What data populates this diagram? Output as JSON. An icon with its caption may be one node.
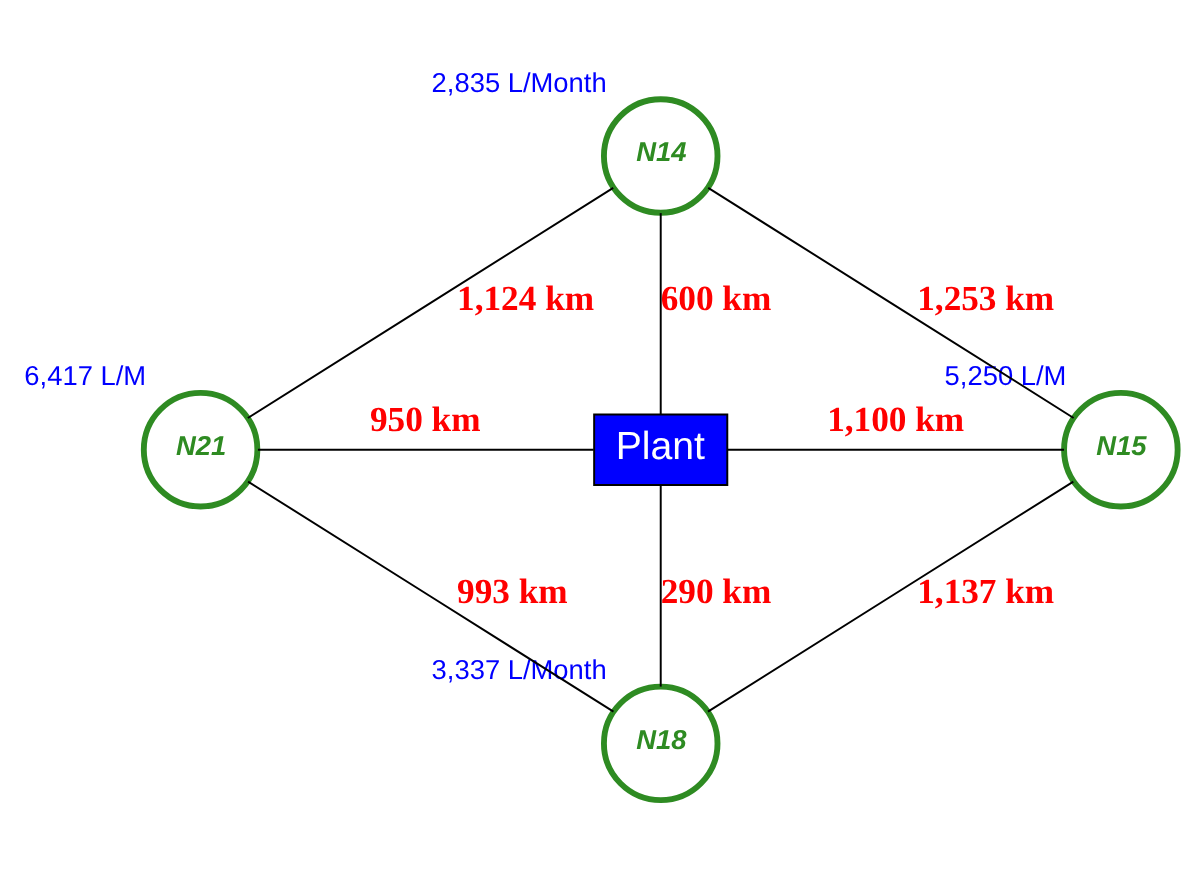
{
  "diagram": {
    "nodes": [
      {
        "text": [
          "N14"
        ],
        "beside": [
          "2,835 L/Month"
        ]
      },
      {
        "text": [
          "N21"
        ],
        "beside": [
          "6,417 L/M"
        ]
      },
      {
        "text": [
          "Plant"
        ]
      },
      {
        "text": [
          "N15"
        ],
        "beside": [
          "5,250 L/M"
        ]
      },
      {
        "text": [
          "N18"
        ],
        "beside": [
          "3,337 L/Month"
        ]
      }
    ],
    "edges": [
      {
        "from": 0,
        "to": 1,
        "arrow": "none",
        "label": "1,124 km"
      },
      {
        "from": 0,
        "to": 3,
        "arrow": "none",
        "label": "1,253 km"
      },
      {
        "from": 0,
        "to": 2,
        "arrow": "none",
        "label": "600 km"
      },
      {
        "from": 1,
        "to": 2,
        "arrow": "none",
        "label": "950 km"
      },
      {
        "from": 2,
        "to": 3,
        "arrow": "none",
        "label": "1,100 km"
      },
      {
        "from": 2,
        "to": 4,
        "arrow": "none",
        "label": "290 km"
      },
      {
        "from": 1,
        "to": 4,
        "arrow": "none",
        "label": "993 km"
      },
      {
        "from": 4,
        "to": 3,
        "arrow": "none",
        "label": "1,137 km"
      }
    ]
  }
}
